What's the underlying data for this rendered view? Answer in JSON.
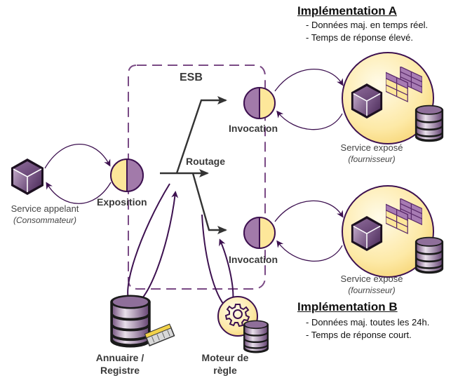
{
  "esb": {
    "label": "ESB"
  },
  "routing": {
    "label": "Routage"
  },
  "consumer": {
    "title": "Service appelant",
    "subtitle": "(Consommateur)"
  },
  "exposition": {
    "label": "Exposition"
  },
  "invocations": [
    {
      "label": "Invocation"
    },
    {
      "label": "Invocation"
    }
  ],
  "providers": [
    {
      "title": "Service exposé",
      "subtitle": "(fournisseur)"
    },
    {
      "title": "Service exposé",
      "subtitle": "(fournisseur)"
    }
  ],
  "implementations": [
    {
      "title": "Implémentation A",
      "lines": [
        "- Données maj. en temps réel.",
        "- Temps de réponse élevé."
      ]
    },
    {
      "title": "Implémentation B",
      "lines": [
        "- Données maj. toutes les 24h.",
        "- Temps de réponse court."
      ]
    }
  ],
  "registry": {
    "line1": "Annuaire /",
    "line2": "Registre"
  },
  "rules_engine": {
    "line1": "Moteur de",
    "line2": "règle"
  },
  "colors": {
    "purple_dark": "#3d1150",
    "purple_mid": "#a27aaa",
    "yellow": "#fde79a",
    "dashed": "#7a4a85",
    "arrow_gray": "#333333"
  }
}
